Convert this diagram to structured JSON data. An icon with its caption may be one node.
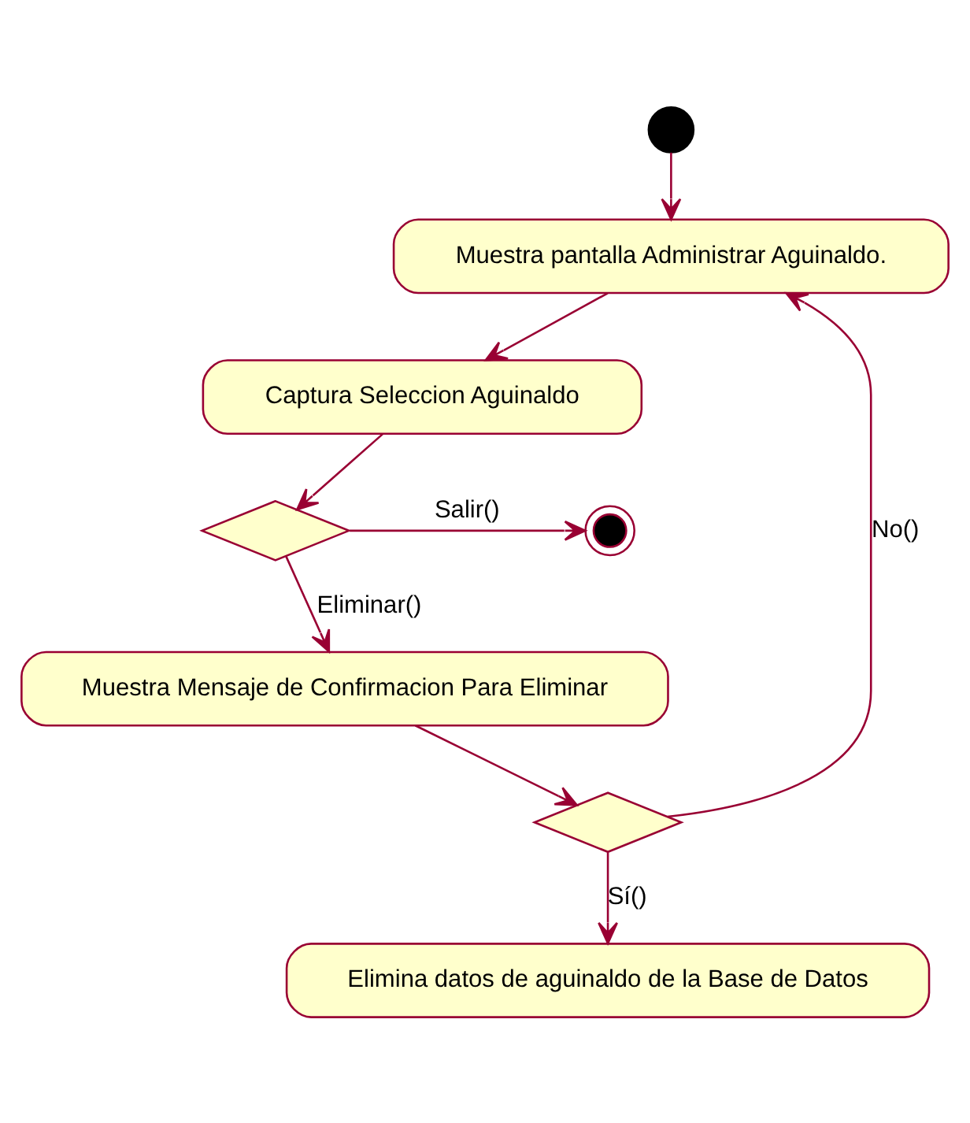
{
  "diagram": {
    "nodes": [
      {
        "text": [],
        "shape": "circle"
      },
      {
        "text": [
          "Muestra pantalla Administrar Aguinaldo."
        ]
      },
      {
        "text": [
          "Captura Seleccion Aguinaldo"
        ]
      },
      {
        "text": [],
        "shape": "diamond"
      },
      {
        "text": [],
        "shape": "circle"
      },
      {
        "text": [
          "Muestra Mensaje de Confirmacion Para Eliminar"
        ]
      },
      {
        "text": [],
        "shape": "diamond"
      },
      {
        "text": [
          "Elimina datos de aguinaldo de la Base de Datos"
        ]
      }
    ],
    "edges": [
      {
        "from": 0,
        "to": 1,
        "arrow": "to"
      },
      {
        "from": 1,
        "to": 2,
        "arrow": "to"
      },
      {
        "from": 2,
        "to": 3,
        "arrow": "to"
      },
      {
        "from": 3,
        "to": 4,
        "arrow": "to",
        "label": "Salir()"
      },
      {
        "from": 3,
        "to": 5,
        "arrow": "to",
        "label": "Eliminar()"
      },
      {
        "from": 5,
        "to": 6,
        "arrow": "to"
      },
      {
        "from": 6,
        "to": 1,
        "arrow": "to",
        "label": "No()"
      },
      {
        "from": 6,
        "to": 7,
        "arrow": "to",
        "label": "Sí()"
      }
    ]
  }
}
